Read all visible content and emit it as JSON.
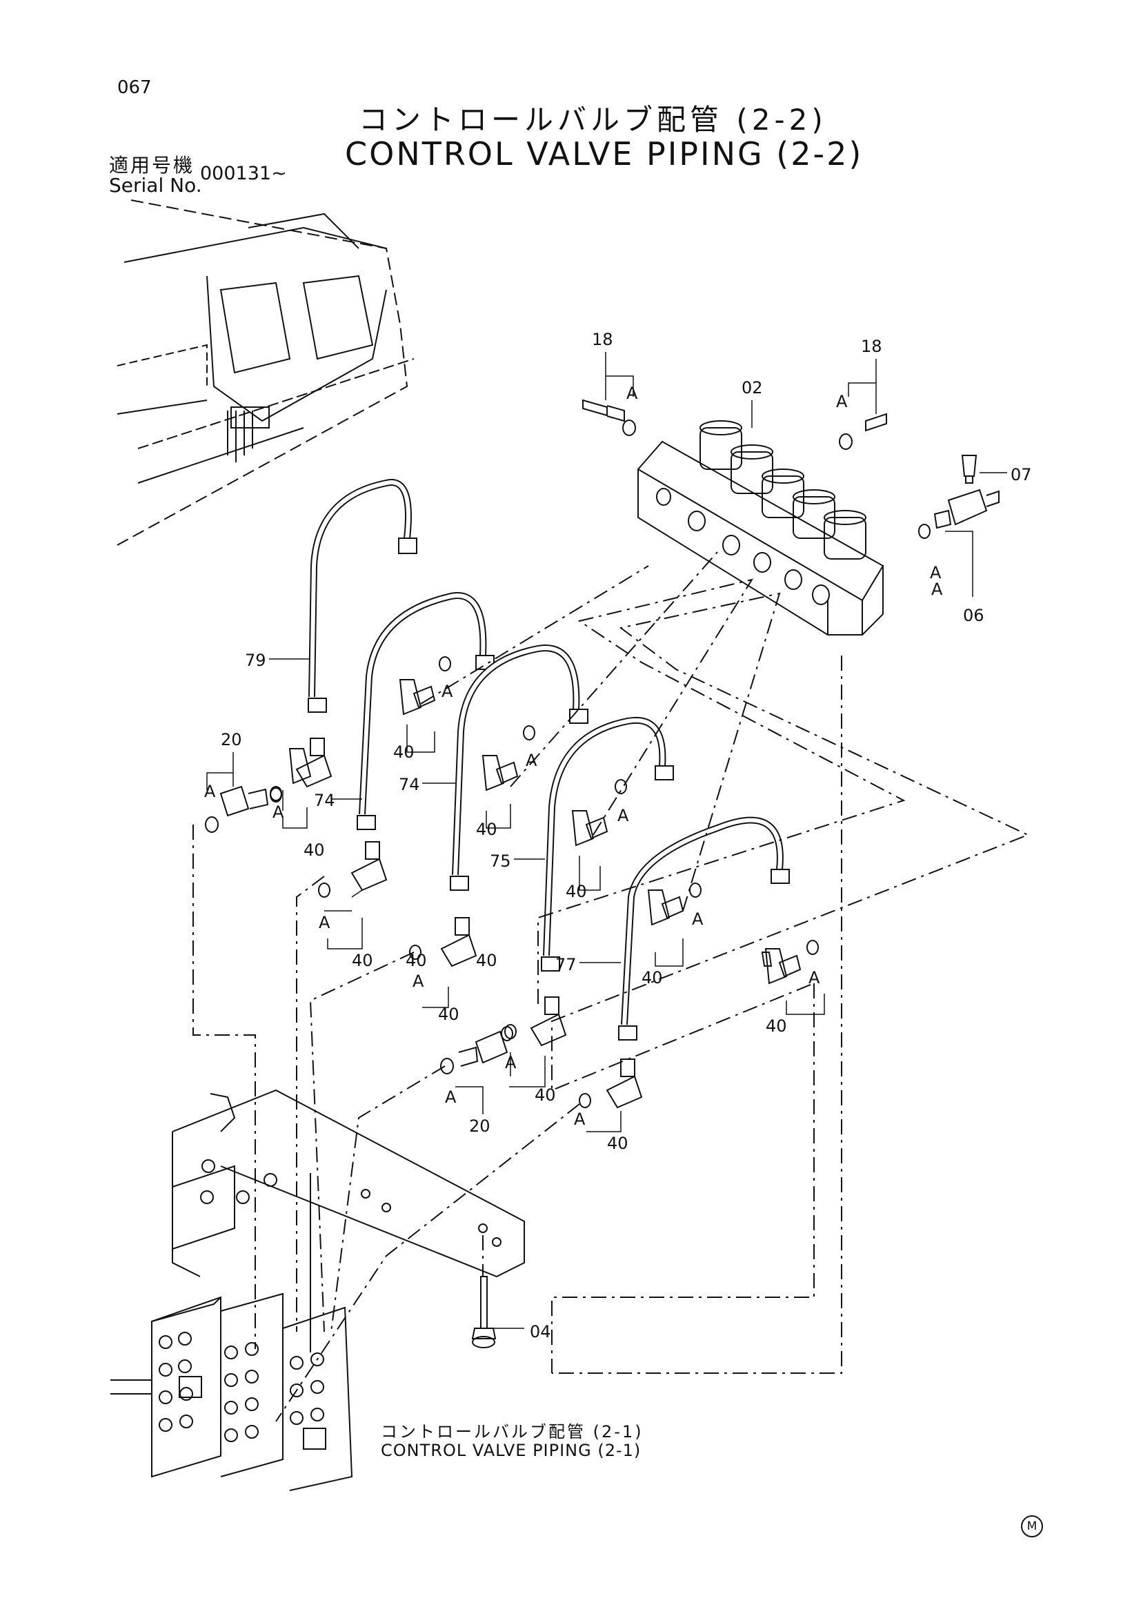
{
  "header": {
    "page_number": "067",
    "title_jp": "コントロールバルブ配管 (2-2)",
    "title_en": "CONTROL VALVE PIPING (2-2)",
    "serial_label_jp": "適用号機",
    "serial_label_en": "Serial No.",
    "serial_value": "000131~"
  },
  "reference": {
    "title_jp": "コントロールバルブ配管 (2-1)",
    "title_en": "CONTROL VALVE PIPING (2-1)"
  },
  "footer": {
    "mark": "M"
  },
  "callouts": {
    "c18a": "18",
    "c18b": "18",
    "c02": "02",
    "c07": "07",
    "c06": "06",
    "c79": "79",
    "c74a": "74",
    "c74b": "74",
    "c75": "75",
    "c77": "77",
    "c20a": "20",
    "c20b": "20",
    "c04": "04",
    "c40": [
      "40",
      "40",
      "40",
      "40",
      "40",
      "40",
      "40",
      "40",
      "40",
      "40",
      "40",
      "40"
    ],
    "cA": [
      "A",
      "A",
      "A",
      "A",
      "A",
      "A",
      "A",
      "A",
      "A",
      "A",
      "A",
      "A",
      "A",
      "A",
      "A",
      "A"
    ]
  }
}
